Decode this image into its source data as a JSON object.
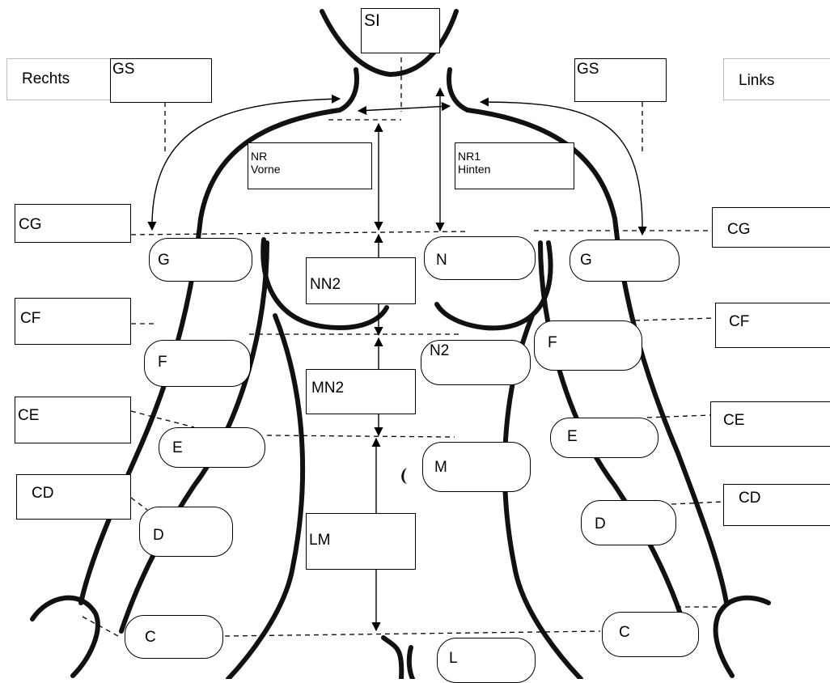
{
  "labels": {
    "si": "SI",
    "rechts": "Rechts",
    "links": "Links",
    "gs_left": "GS",
    "gs_right": "GS",
    "nr_front": "NR\nVorne",
    "nr_back": "NR1\nHinten",
    "cg_left": "CG",
    "cg_right": "CG",
    "cf_left": "CF",
    "cf_right": "CF",
    "ce_left": "CE",
    "ce_right": "CE",
    "cd_left": "CD",
    "cd_right": "CD",
    "nn2": "NN2",
    "mn2": "MN2",
    "lm": "LM"
  },
  "points": {
    "g_left": "G",
    "g_right": "G",
    "n": "N",
    "f_left": "F",
    "f_right": "F",
    "n2": "N2",
    "e_left": "E",
    "e_right": "E",
    "m": "M",
    "d_left": "D",
    "d_right": "D",
    "c_left": "C",
    "c_right": "C",
    "l": "L"
  }
}
